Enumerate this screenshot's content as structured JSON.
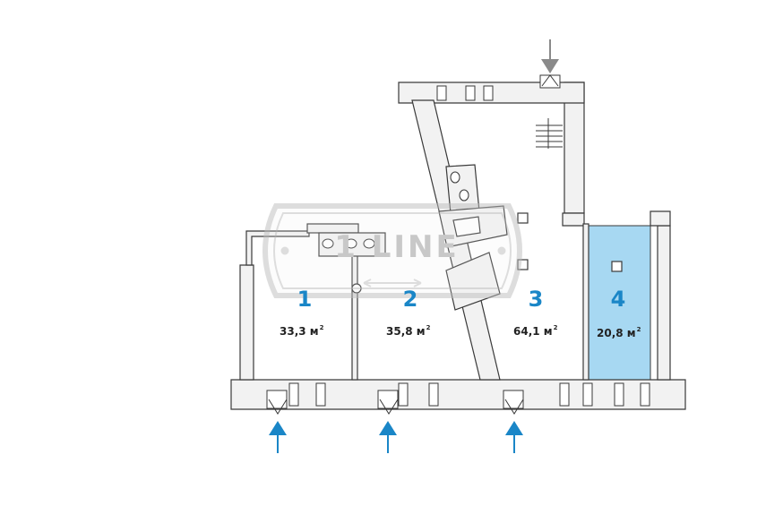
{
  "rooms": [
    {
      "number": "1",
      "area": "33,3 м",
      "sup": "2"
    },
    {
      "number": "2",
      "area": "35,8 м",
      "sup": "2"
    },
    {
      "number": "3",
      "area": "64,1 м",
      "sup": "2"
    },
    {
      "number": "4",
      "area": "20,8 м",
      "sup": "2",
      "highlighted": true
    }
  ],
  "watermark": {
    "text": "1 LINE"
  },
  "colors": {
    "wall": "#f2f2f2",
    "wall_stroke": "#3a3a3a",
    "room_highlight": "#a7d8f2",
    "room_number": "#1a86c7",
    "entrance_arrow": "#1a86c7",
    "service_arrow": "#8a8a8a"
  },
  "icons": {
    "entrance": "arrow-up-icon",
    "service_entrance": "arrow-down-icon"
  }
}
